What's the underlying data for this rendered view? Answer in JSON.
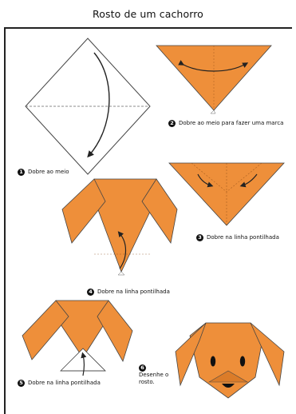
{
  "title": "Rosto de um cachorro",
  "steps": [
    {
      "num": "1",
      "text": "Dobre ao meio"
    },
    {
      "num": "2",
      "text": "Dobre ao meio para fazer uma marca"
    },
    {
      "num": "3",
      "text": "Dobre na linha pontilhada"
    },
    {
      "num": "4",
      "text": "Dobre na linha pontilhada"
    },
    {
      "num": "5",
      "text": "Dobre na linha pontilhada"
    },
    {
      "num": "6",
      "text_line1": "Desenhe o",
      "text_line2": "rosto."
    }
  ],
  "colors": {
    "paper": "#ee8f3a",
    "paper_dark": "#d97a28",
    "white": "#ffffff",
    "outline": "#333333"
  }
}
